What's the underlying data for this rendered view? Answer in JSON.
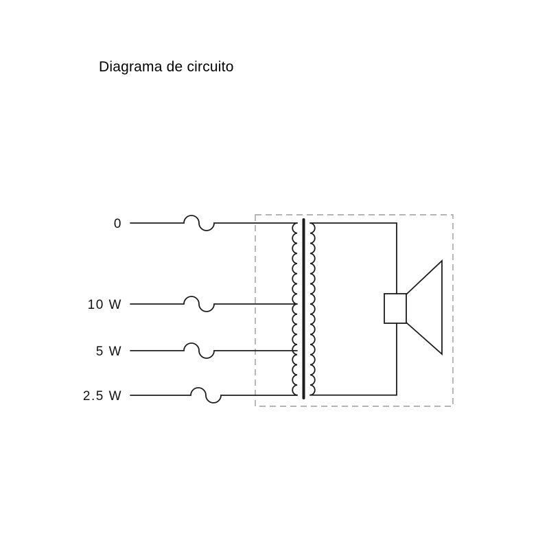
{
  "title": "Diagrama de circuito",
  "taps": [
    {
      "label": "0"
    },
    {
      "label": "10 W"
    },
    {
      "label": "5 W"
    },
    {
      "label": "2.5 W"
    }
  ],
  "colors": {
    "line": "#1c1c1c",
    "text": "#111111",
    "dashed_box": "#9b9b9b",
    "background": "#ffffff"
  }
}
